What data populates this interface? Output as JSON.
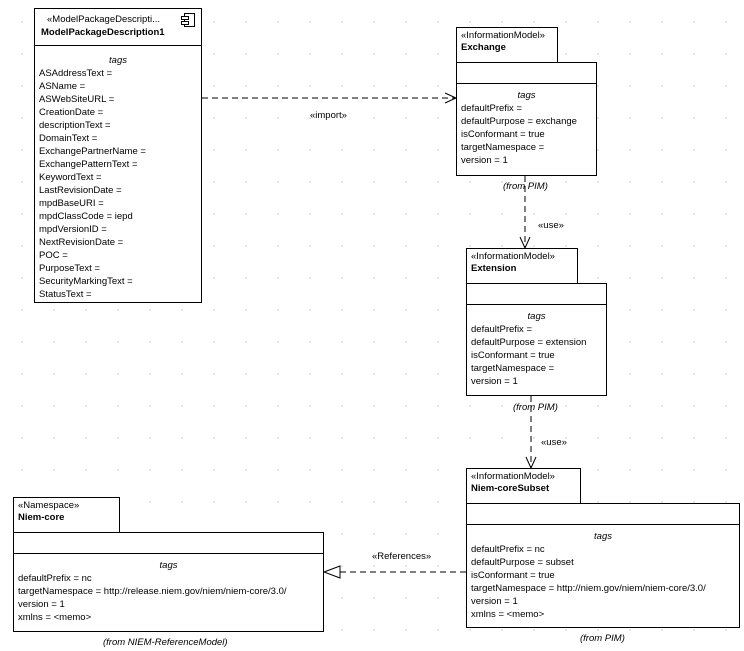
{
  "component": {
    "stereotype": "«ModelPackageDescripti...",
    "name": "ModelPackageDescription1",
    "icon": "component-icon",
    "tags_title": "tags",
    "tags": [
      "ASAddressText =",
      "ASName =",
      "ASWebSiteURL =",
      "CreationDate =",
      "descriptionText =",
      "DomainText =",
      "ExchangePartnerName =",
      "ExchangePatternText =",
      "KeywordText =",
      "LastRevisionDate =",
      "mpdBaseURI =",
      "mpdClassCode = iepd",
      "mpdVersionID =",
      "NextRevisionDate =",
      "POC =",
      "PurposeText =",
      "SecurityMarkingText =",
      "StatusText ="
    ]
  },
  "exchange": {
    "stereotype": "«InformationModel»",
    "name": "Exchange",
    "tags_title": "tags",
    "tags": [
      "defaultPrefix =",
      "defaultPurpose = exchange",
      "isConformant = true",
      "targetNamespace =",
      "version = 1"
    ],
    "from": "(from PIM)"
  },
  "extension": {
    "stereotype": "«InformationModel»",
    "name": "Extension",
    "tags_title": "tags",
    "tags": [
      "defaultPrefix =",
      "defaultPurpose = extension",
      "isConformant = true",
      "targetNamespace =",
      "version = 1"
    ],
    "from": "(from PIM)"
  },
  "subset": {
    "stereotype": "«InformationModel»",
    "name": "Niem-coreSubset",
    "tags_title": "tags",
    "tags": [
      "defaultPrefix = nc",
      "defaultPurpose = subset",
      "isConformant = true",
      "targetNamespace = http://niem.gov/niem/niem-core/3.0/",
      "version = 1",
      "xmlns = <memo>"
    ],
    "from": "(from PIM)"
  },
  "namespace": {
    "stereotype": "«Namespace»",
    "name": "Niem-core",
    "tags_title": "tags",
    "tags": [
      "defaultPrefix = nc",
      "targetNamespace = http://release.niem.gov/niem/niem-core/3.0/",
      "version = 1",
      "xmlns = <memo>"
    ],
    "from": "(from NIEM-ReferenceModel)"
  },
  "connectors": {
    "import_label": "«import»",
    "use1_label": "«use»",
    "use2_label": "«use»",
    "references_label": "«References»"
  }
}
